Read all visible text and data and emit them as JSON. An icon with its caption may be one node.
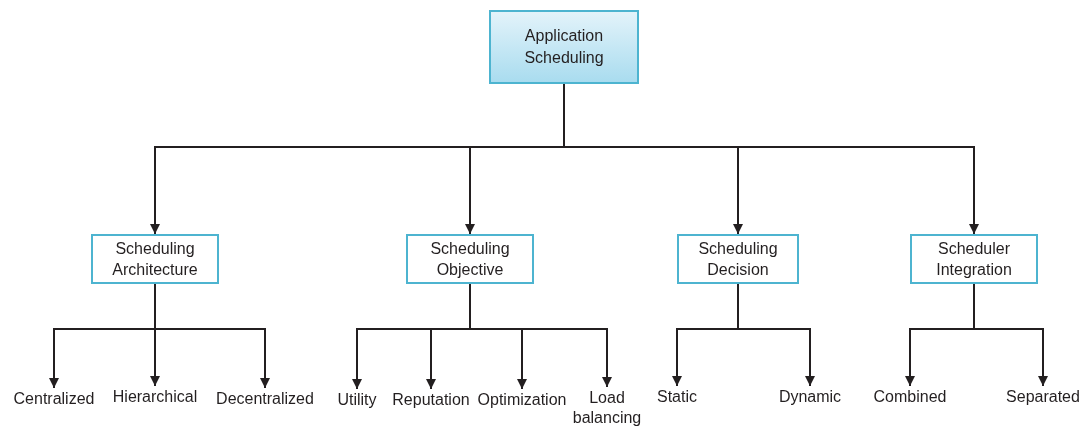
{
  "diagram": {
    "nodes": [
      {
        "text": [
          "Application Scheduling"
        ]
      },
      {
        "text": [
          "Scheduling Architecture"
        ]
      },
      {
        "text": [
          "Scheduling Objective"
        ]
      },
      {
        "text": [
          "Scheduling Decision"
        ]
      },
      {
        "text": [
          "Scheduler Integration"
        ]
      },
      {
        "text": [
          "Centralized"
        ]
      },
      {
        "text": [
          "Hierarchical"
        ]
      },
      {
        "text": [
          "Decentralized"
        ]
      },
      {
        "text": [
          "Utility"
        ]
      },
      {
        "text": [
          "Reputation"
        ]
      },
      {
        "text": [
          "Optimization"
        ]
      },
      {
        "text": [
          "Load balancing"
        ]
      },
      {
        "text": [
          "Static"
        ]
      },
      {
        "text": [
          "Dynamic"
        ]
      },
      {
        "text": [
          "Combined"
        ]
      },
      {
        "text": [
          "Separated"
        ]
      }
    ],
    "edges": [
      {
        "from": 0,
        "to": 1,
        "arrow": "to"
      },
      {
        "from": 0,
        "to": 2,
        "arrow": "to"
      },
      {
        "from": 0,
        "to": 3,
        "arrow": "to"
      },
      {
        "from": 0,
        "to": 4,
        "arrow": "to"
      },
      {
        "from": 1,
        "to": 5,
        "arrow": "to"
      },
      {
        "from": 1,
        "to": 6,
        "arrow": "to"
      },
      {
        "from": 1,
        "to": 7,
        "arrow": "to"
      },
      {
        "from": 2,
        "to": 8,
        "arrow": "to"
      },
      {
        "from": 2,
        "to": 9,
        "arrow": "to"
      },
      {
        "from": 2,
        "to": 10,
        "arrow": "to"
      },
      {
        "from": 2,
        "to": 11,
        "arrow": "to"
      },
      {
        "from": 3,
        "to": 12,
        "arrow": "to"
      },
      {
        "from": 3,
        "to": 13,
        "arrow": "to"
      },
      {
        "from": 4,
        "to": 14,
        "arrow": "to"
      },
      {
        "from": 4,
        "to": 15,
        "arrow": "to"
      }
    ]
  }
}
